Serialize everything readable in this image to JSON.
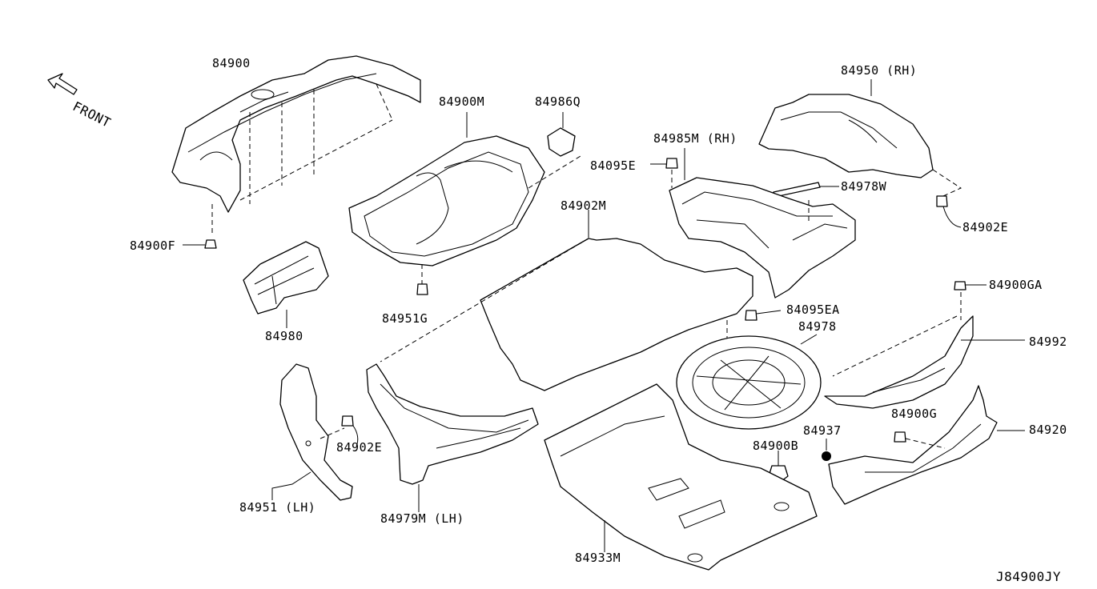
{
  "diagram": {
    "direction_label": "FRONT",
    "drawing_id": "J84900JY",
    "parts": {
      "p84900": "84900",
      "p84900M": "84900M",
      "p84986Q": "84986Q",
      "p84950RH": "84950 (RH)",
      "p84985MRH": "84985M (RH)",
      "p84095E": "84095E",
      "p84978W": "84978W",
      "p84902E_right": "84902E",
      "p84900F": "84900F",
      "p84902M": "84902M",
      "p84900GA": "84900GA",
      "p84951G": "84951G",
      "p84980": "84980",
      "p84095EA": "84095EA",
      "p84978": "84978",
      "p84992": "84992",
      "p84900G": "84900G",
      "p84920": "84920",
      "p84902E_left": "84902E",
      "p84937": "84937",
      "p84900B": "84900B",
      "p84951LH": "84951 (LH)",
      "p84979MLH": "84979M (LH)",
      "p84933M": "84933M"
    }
  }
}
